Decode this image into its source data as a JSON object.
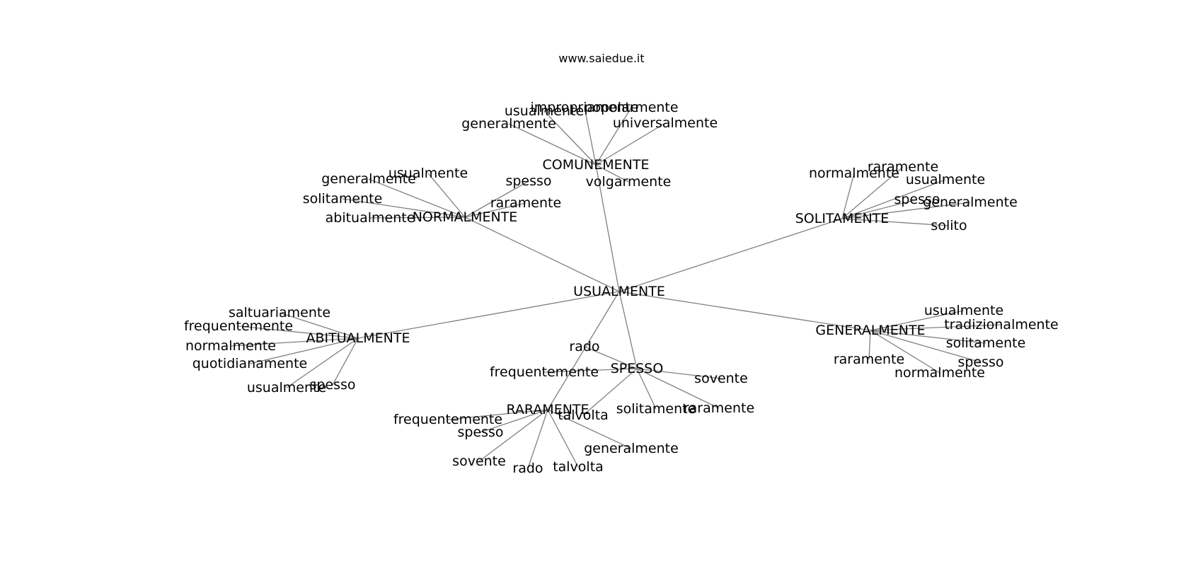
{
  "site": {
    "title": "www.saiedue.it"
  },
  "graph": {
    "center": "USUALMENTE",
    "hubs": [
      {
        "label": "COMUNEMENTE",
        "leaves": [
          "impropriamente",
          "usualmente",
          "popolarmente",
          "generalmente",
          "universalmente",
          "volgarmente"
        ]
      },
      {
        "label": "NORMALMENTE",
        "leaves": [
          "usualmente",
          "generalmente",
          "spesso",
          "solitamente",
          "raramente",
          "abitualmente"
        ]
      },
      {
        "label": "SOLITAMENTE",
        "leaves": [
          "raramente",
          "normalmente",
          "usualmente",
          "spesso",
          "generalmente",
          "solito"
        ]
      },
      {
        "label": "ABITUALMENTE",
        "leaves": [
          "saltuariamente",
          "frequentemente",
          "normalmente",
          "quotidianamente",
          "spesso",
          "usualmente"
        ]
      },
      {
        "label": "GENERALMENTE",
        "leaves": [
          "usualmente",
          "tradizionalmente",
          "solitamente",
          "raramente",
          "spesso",
          "normalmente"
        ]
      },
      {
        "label": "SPESSO",
        "leaves": [
          "rado",
          "frequentemente",
          "sovente",
          "solitamente",
          "raramente",
          "talvolta"
        ]
      },
      {
        "label": "RARAMENTE",
        "leaves": [
          "frequentemente",
          "spesso",
          "generalmente",
          "sovente",
          "rado",
          "talvolta"
        ]
      }
    ]
  },
  "colors": {
    "edge": "#808080",
    "text": "#000000",
    "background": "#ffffff"
  }
}
